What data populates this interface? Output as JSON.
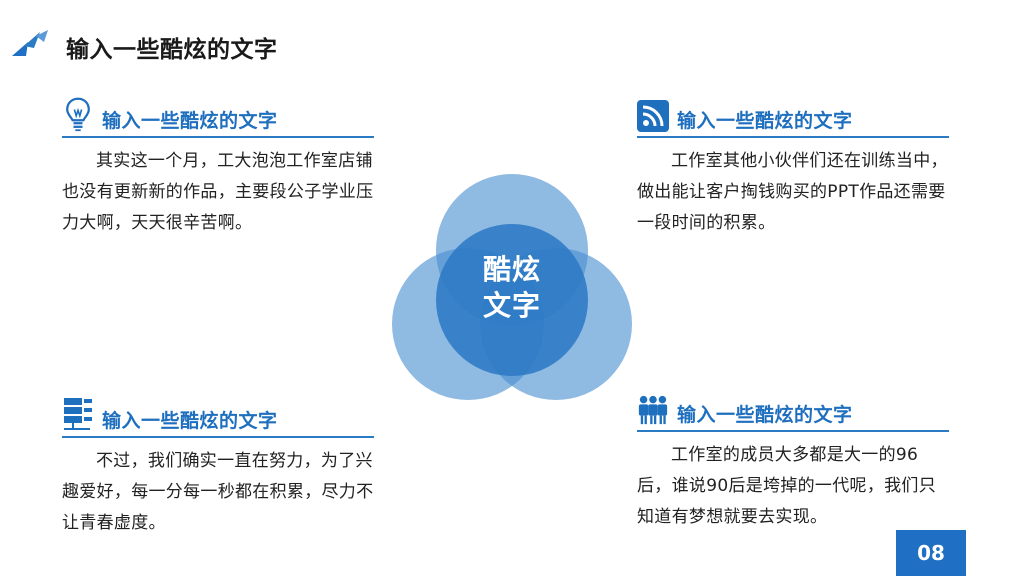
{
  "page": {
    "title": "输入一些酷炫的文字",
    "number": "08"
  },
  "center": {
    "line1": "酷炫",
    "line2": "文字"
  },
  "blocks": [
    {
      "icon": "lightbulb-icon",
      "title": "输入一些酷炫的文字",
      "text": "其实这一个月，工大泡泡工作室店铺也没有更新新的作品，主要段公子学业压力大啊，天天很辛苦啊。"
    },
    {
      "icon": "rss-icon",
      "title": "输入一些酷炫的文字",
      "text": "工作室其他小伙伴们还在训练当中，做出能让客户掏钱购买的PPT作品还需要一段时间的积累。"
    },
    {
      "icon": "server-icon",
      "title": "输入一些酷炫的文字",
      "text": "不过，我们确实一直在努力，为了兴趣爱好，每一分每一秒都在积累，尽力不让青春虚度。"
    },
    {
      "icon": "team-icon",
      "title": "输入一些酷炫的文字",
      "text": "工作室的成员大多都是大一的96后，谁说90后是垮掉的一代呢，我们只知道有梦想就要去实现。"
    }
  ],
  "colors": {
    "accent": "#1f6fbf",
    "circle_light": "#8cb9e3",
    "circle_mid": "#4a8fd0",
    "circle_dark": "#2a78c4"
  }
}
